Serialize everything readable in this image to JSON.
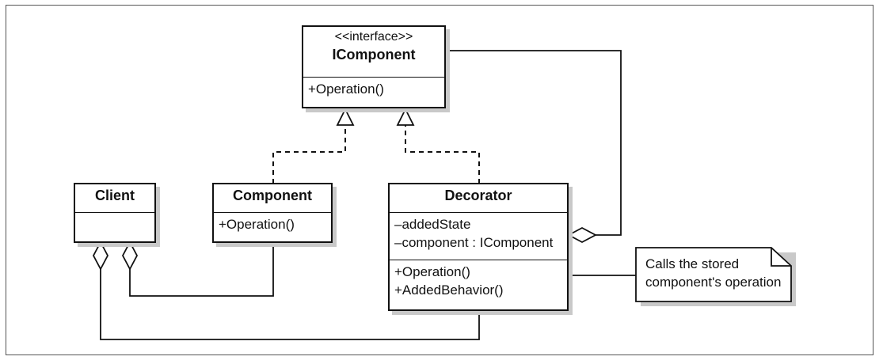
{
  "classes": {
    "icomponent": {
      "stereotype": "<<interface>>",
      "name": "IComponent",
      "operations": [
        "+Operation()"
      ]
    },
    "client": {
      "name": "Client"
    },
    "component": {
      "name": "Component",
      "operations": [
        "+Operation()"
      ]
    },
    "decorator": {
      "name": "Decorator",
      "attributes": [
        "–addedState",
        "–component : IComponent"
      ],
      "operations": [
        "+Operation()",
        "+AddedBehavior()"
      ]
    }
  },
  "note": {
    "lines": [
      "Calls the stored",
      "component's operation"
    ]
  }
}
